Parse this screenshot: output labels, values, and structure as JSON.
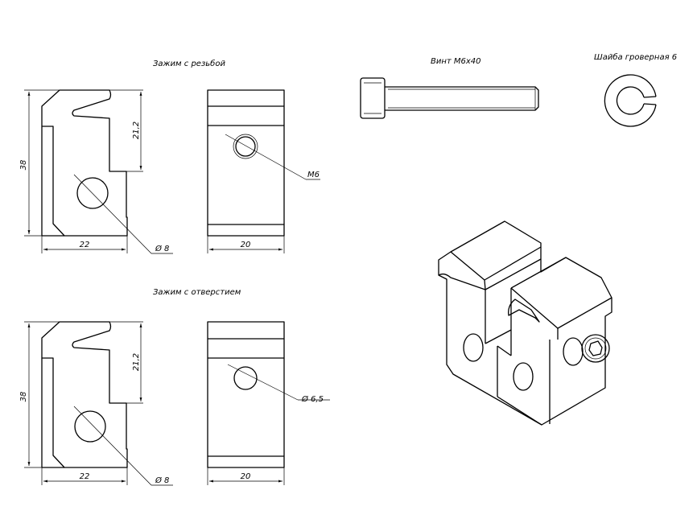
{
  "drawing": {
    "threaded_clamp": {
      "title": "Зажим с резьбой",
      "dim_height": "38",
      "dim_slot_depth": "21,2",
      "dim_width_side": "22",
      "dim_width_front": "20",
      "hole_label": "Ø 8",
      "thread_label": "M6"
    },
    "hole_clamp": {
      "title": "Зажим с отверстием",
      "dim_height": "38",
      "dim_slot_depth": "21,2",
      "dim_width_side": "22",
      "dim_width_front": "20",
      "hole_label": "Ø 8",
      "through_hole_label": "Ø 6,5"
    },
    "screw": {
      "title": "Винт М6х40"
    },
    "washer": {
      "title": "Шайба гроверная 6"
    }
  }
}
